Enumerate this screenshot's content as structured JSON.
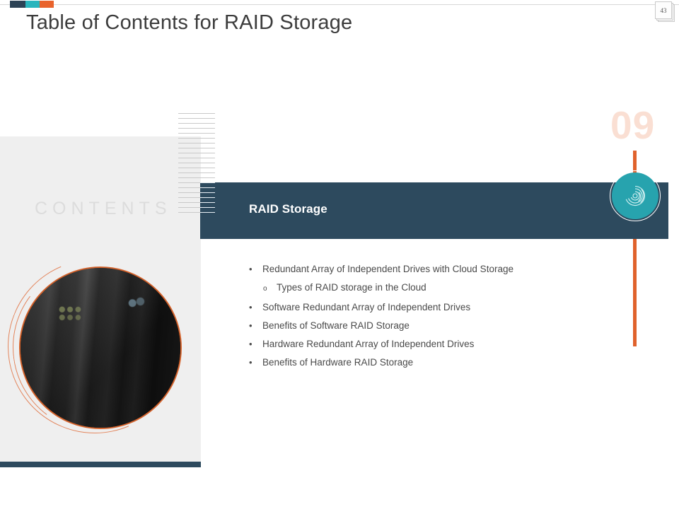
{
  "slide": {
    "title": "Table of Contents for RAID Storage",
    "page_badge": "43",
    "watermark": "CONTENTS"
  },
  "accent_swatches": [
    {
      "name": "navy",
      "color": "#2d4356"
    },
    {
      "name": "teal",
      "color": "#2ab5bd"
    },
    {
      "name": "orange",
      "color": "#e9632c"
    }
  ],
  "section": {
    "number": "09",
    "banner_title": "RAID Storage",
    "icon": "spiral-disc-icon"
  },
  "bullets": [
    {
      "level": 1,
      "marker": "•",
      "text": "Redundant Array of Independent Drives with Cloud Storage"
    },
    {
      "level": 2,
      "marker": "o",
      "text": "Types of RAID storage in the Cloud"
    },
    {
      "level": 1,
      "marker": "•",
      "text": "Software Redundant Array of Independent Drives"
    },
    {
      "level": 1,
      "marker": "•",
      "text": "Benefits of Software RAID Storage"
    },
    {
      "level": 1,
      "marker": "•",
      "text": "Hardware Redundant Array of Independent Drives"
    },
    {
      "level": 1,
      "marker": "•",
      "text": "Benefits of Hardware RAID Storage"
    }
  ],
  "media": {
    "photo_alt": "server-rack-photo"
  },
  "colors": {
    "banner": "#2d4a5e",
    "medallion": "#27a3ae",
    "connector": "#e0622c",
    "step_number": "#fadfd3",
    "panel": "#efefef",
    "photo_ring": "#d4622b"
  }
}
